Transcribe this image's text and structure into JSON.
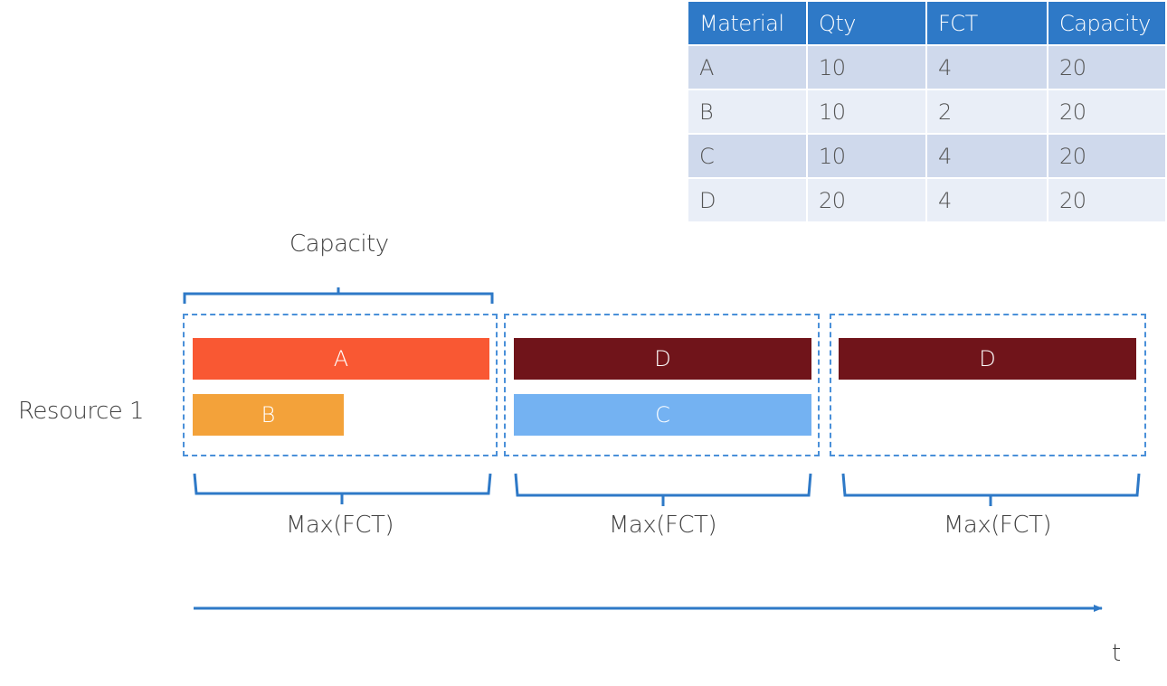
{
  "table": {
    "headers": [
      "Material",
      "Qty",
      "FCT",
      "Capacity"
    ],
    "rows": [
      [
        "A",
        "10",
        "4",
        "20"
      ],
      [
        "B",
        "10",
        "2",
        "20"
      ],
      [
        "C",
        "10",
        "4",
        "20"
      ],
      [
        "D",
        "20",
        "4",
        "20"
      ]
    ]
  },
  "diagram": {
    "capacity_label": "Capacity",
    "resource_label": "Resource 1",
    "axis_label": "t",
    "slots": [
      {
        "bars": [
          {
            "label": "A",
            "color": "#f95833"
          },
          {
            "label": "B",
            "color": "#f3a23a"
          }
        ],
        "max_label": "Max(FCT)"
      },
      {
        "bars": [
          {
            "label": "D",
            "color": "#70141a"
          },
          {
            "label": "C",
            "color": "#74b2f2"
          }
        ],
        "max_label": "Max(FCT)"
      },
      {
        "bars": [
          {
            "label": "D",
            "color": "#70141a"
          }
        ],
        "max_label": "Max(FCT)"
      }
    ]
  },
  "colors": {
    "accent": "#2e79c7",
    "slot_border": "#4a90d9"
  }
}
